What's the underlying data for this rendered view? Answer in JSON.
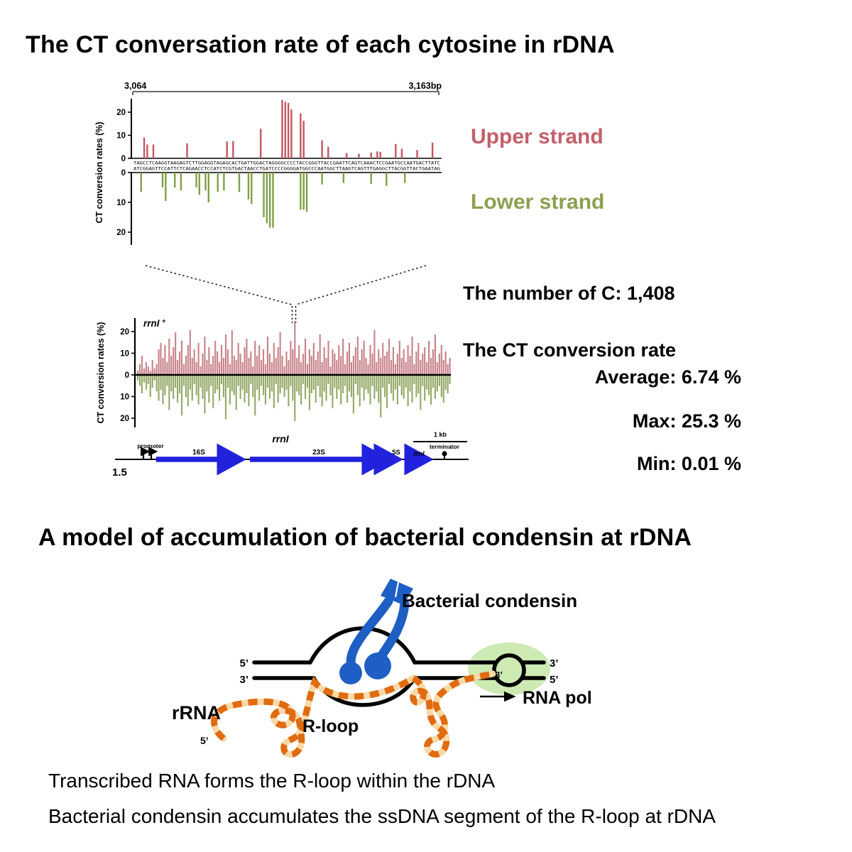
{
  "section1": {
    "title": "The CT conversation rate of each cytosine in rDNA",
    "upper_strand_label": "Upper strand",
    "lower_strand_label": "Lower strand",
    "upper_strand_color": "#c2606a",
    "lower_strand_color": "#8ba04f",
    "stats": {
      "number_of_c": "The number of C: 1,408",
      "rate_heading": "The CT conversion rate",
      "average": "Average: 6.74 %",
      "max": "Max: 25.3 %",
      "min": "Min: 0.01 %"
    }
  },
  "chart_data": [
    {
      "type": "bar",
      "name": "CT conversion rate per cytosine, positions 3,064-3,163 bp",
      "region_start_label": "3,064",
      "region_end_label": "3,163bp",
      "ylabel": "CT conversion rates (%)",
      "yticks_upper": [
        20,
        10,
        0
      ],
      "yticks_lower": [
        0,
        10,
        20
      ],
      "ylim": [
        0,
        26
      ],
      "color_upper": "#c5565f",
      "color_lower": "#7fa045",
      "upper_sequence": "TAGCCTCAAGGTAAGAGTCTTGGAGGTAGAGCACTGATTGGACTAGGGGCCCCTACCGGGTTACCGAATTCAGTCAAACTCCGAATGCCAATGACTTATC",
      "lower_sequence": "ATCGGAGTTCCATTCTCAGAACCTCCATCTCGTGACTAACCTGATCCCCGGGGATGGCCCAATGGCTTAAGTCAGTTTGAGGCTTACGGTTACTGAATAG",
      "upper_bars": [
        {
          "i": 3,
          "v": 9.0
        },
        {
          "i": 4,
          "v": 6.0
        },
        {
          "i": 6,
          "v": 6.0
        },
        {
          "i": 17,
          "v": 6.5
        },
        {
          "i": 30,
          "v": 7.3
        },
        {
          "i": 32,
          "v": 7.5
        },
        {
          "i": 41,
          "v": 12.8
        },
        {
          "i": 48,
          "v": 25.3
        },
        {
          "i": 49,
          "v": 24.5
        },
        {
          "i": 50,
          "v": 24.0
        },
        {
          "i": 51,
          "v": 21.2
        },
        {
          "i": 54,
          "v": 19.5
        },
        {
          "i": 55,
          "v": 16.3
        },
        {
          "i": 61,
          "v": 7.8
        },
        {
          "i": 63,
          "v": 5.0
        },
        {
          "i": 69,
          "v": 2.3
        },
        {
          "i": 73,
          "v": 2.0
        },
        {
          "i": 77,
          "v": 2.5
        },
        {
          "i": 79,
          "v": 3.0
        },
        {
          "i": 80,
          "v": 2.8
        },
        {
          "i": 85,
          "v": 6.2
        },
        {
          "i": 87,
          "v": 4.2
        },
        {
          "i": 92,
          "v": 3.6
        },
        {
          "i": 97,
          "v": 6.8
        }
      ],
      "lower_bars": [
        {
          "i": 2,
          "v": 6.5
        },
        {
          "i": 9,
          "v": 5.0
        },
        {
          "i": 10,
          "v": 9.5
        },
        {
          "i": 13,
          "v": 5.0
        },
        {
          "i": 15,
          "v": 6.0
        },
        {
          "i": 20,
          "v": 5.0
        },
        {
          "i": 21,
          "v": 7.5
        },
        {
          "i": 23,
          "v": 6.0
        },
        {
          "i": 24,
          "v": 10.0
        },
        {
          "i": 27,
          "v": 6.5
        },
        {
          "i": 29,
          "v": 6.0
        },
        {
          "i": 34,
          "v": 6.5
        },
        {
          "i": 37,
          "v": 9.0
        },
        {
          "i": 38,
          "v": 10.5
        },
        {
          "i": 42,
          "v": 15.0
        },
        {
          "i": 43,
          "v": 17.0
        },
        {
          "i": 44,
          "v": 18.5
        },
        {
          "i": 45,
          "v": 18.5
        },
        {
          "i": 54,
          "v": 12.5
        },
        {
          "i": 55,
          "v": 12.5
        },
        {
          "i": 56,
          "v": 13.2
        },
        {
          "i": 61,
          "v": 4.0
        },
        {
          "i": 68,
          "v": 3.5
        },
        {
          "i": 77,
          "v": 3.8
        },
        {
          "i": 82,
          "v": 4.5
        },
        {
          "i": 88,
          "v": 3.5
        }
      ]
    },
    {
      "type": "bar",
      "name": "CT conversion rate across the whole rrnI rDNA locus",
      "label": "rrnI",
      "label_sup": "+",
      "ylabel": "CT conversion rates (%)",
      "yticks_upper": [
        20,
        10,
        0
      ],
      "yticks_lower": [
        10,
        20
      ],
      "ylim": [
        0,
        26
      ],
      "color_upper": "#c2747b",
      "color_lower": "#87a055",
      "upper_values": [
        2,
        5,
        9,
        3,
        6,
        4,
        2,
        7,
        3,
        5,
        12,
        15,
        8,
        14,
        6,
        17,
        9,
        13,
        20,
        7,
        11,
        16,
        5,
        9,
        14,
        21,
        8,
        12,
        6,
        15,
        4,
        10,
        18,
        7,
        13,
        5,
        9,
        16,
        11,
        6,
        14,
        8,
        19,
        12,
        5,
        21,
        9,
        7,
        15,
        10,
        6,
        13,
        17,
        8,
        11,
        4,
        16,
        9,
        14,
        7,
        12,
        5,
        18,
        10,
        6,
        15,
        8,
        13,
        20,
        9,
        4,
        11,
        7,
        16,
        12,
        25.3,
        8,
        14,
        6,
        10,
        17,
        5,
        12,
        9,
        15,
        7,
        11,
        19,
        6,
        13,
        8,
        16,
        4,
        12,
        10,
        7,
        14,
        9,
        17,
        5,
        11,
        15,
        6,
        9,
        13,
        18,
        7,
        12,
        16,
        8,
        5,
        14,
        10,
        21,
        6,
        12,
        8,
        15,
        9,
        11,
        17,
        7,
        13,
        5,
        10,
        16,
        8,
        12,
        6,
        14,
        9,
        18,
        5,
        11,
        15,
        7,
        10,
        13,
        6,
        16,
        8,
        12,
        19,
        6,
        10,
        14,
        7,
        11,
        5,
        8
      ],
      "lower_values": [
        3,
        6,
        10,
        4,
        8,
        5,
        12,
        7,
        3,
        9,
        14,
        8,
        16,
        11,
        6,
        19,
        9,
        13,
        7,
        15,
        10,
        22,
        6,
        12,
        17,
        8,
        14,
        5,
        11,
        16,
        7,
        13,
        21,
        9,
        15,
        6,
        18,
        10,
        8,
        14,
        5,
        12,
        24,
        7,
        16,
        9,
        11,
        19,
        6,
        13,
        8,
        15,
        10,
        17,
        5,
        12,
        22,
        8,
        14,
        6,
        11,
        16,
        7,
        13,
        9,
        18,
        5,
        15,
        10,
        7,
        12,
        8,
        17,
        6,
        14,
        25,
        9,
        11,
        16,
        5,
        13,
        7,
        19,
        10,
        8,
        15,
        6,
        12,
        17,
        9,
        14,
        5,
        11,
        18,
        7,
        13,
        8,
        16,
        10,
        6,
        15,
        9,
        12,
        21,
        5,
        11,
        17,
        7,
        14,
        8,
        10,
        16,
        6,
        13,
        9,
        15,
        23,
        7,
        12,
        18,
        5,
        10,
        14,
        8,
        16,
        6,
        11,
        13,
        7,
        17,
        9,
        15,
        5,
        12,
        10,
        19,
        6,
        14,
        8,
        11,
        16,
        7,
        13,
        9,
        6,
        12,
        15,
        8,
        10,
        5
      ]
    }
  ],
  "gene_map": {
    "promoter_label": "promoter",
    "label_16s": "16S",
    "gene_label": "rrnI",
    "label_23s": "23S",
    "label_5s": "5S",
    "label_trni": "trnI",
    "terminator_label": "terminator",
    "scale_label": "1 kb",
    "axis_start_label": "1.5",
    "arrow_color": "#2222dd"
  },
  "section2": {
    "title": "A model of accumulation of bacterial condensin at rDNA",
    "condensin_label": "Bacterial condensin",
    "rna_label": "rRNA",
    "rloop_label": "R-loop",
    "rnapol_label": "RNA pol",
    "dna_left_top": "5’",
    "dna_left_bottom": "3’",
    "dna_right_top": "3’",
    "dna_right_bottom": "5’",
    "rna_5prime": "5’",
    "rna_3prime": "3’",
    "caption1": "Transcribed RNA forms the R-loop within the rDNA",
    "caption2": "Bacterial condensin accumulates the ssDNA segment of the R-loop at rDNA",
    "condensin_color": "#1d5fc4",
    "rna_color": "#e06b10",
    "rna_underlay_color": "#f8d9a8",
    "pol_halo_color": "#cdeab3"
  }
}
